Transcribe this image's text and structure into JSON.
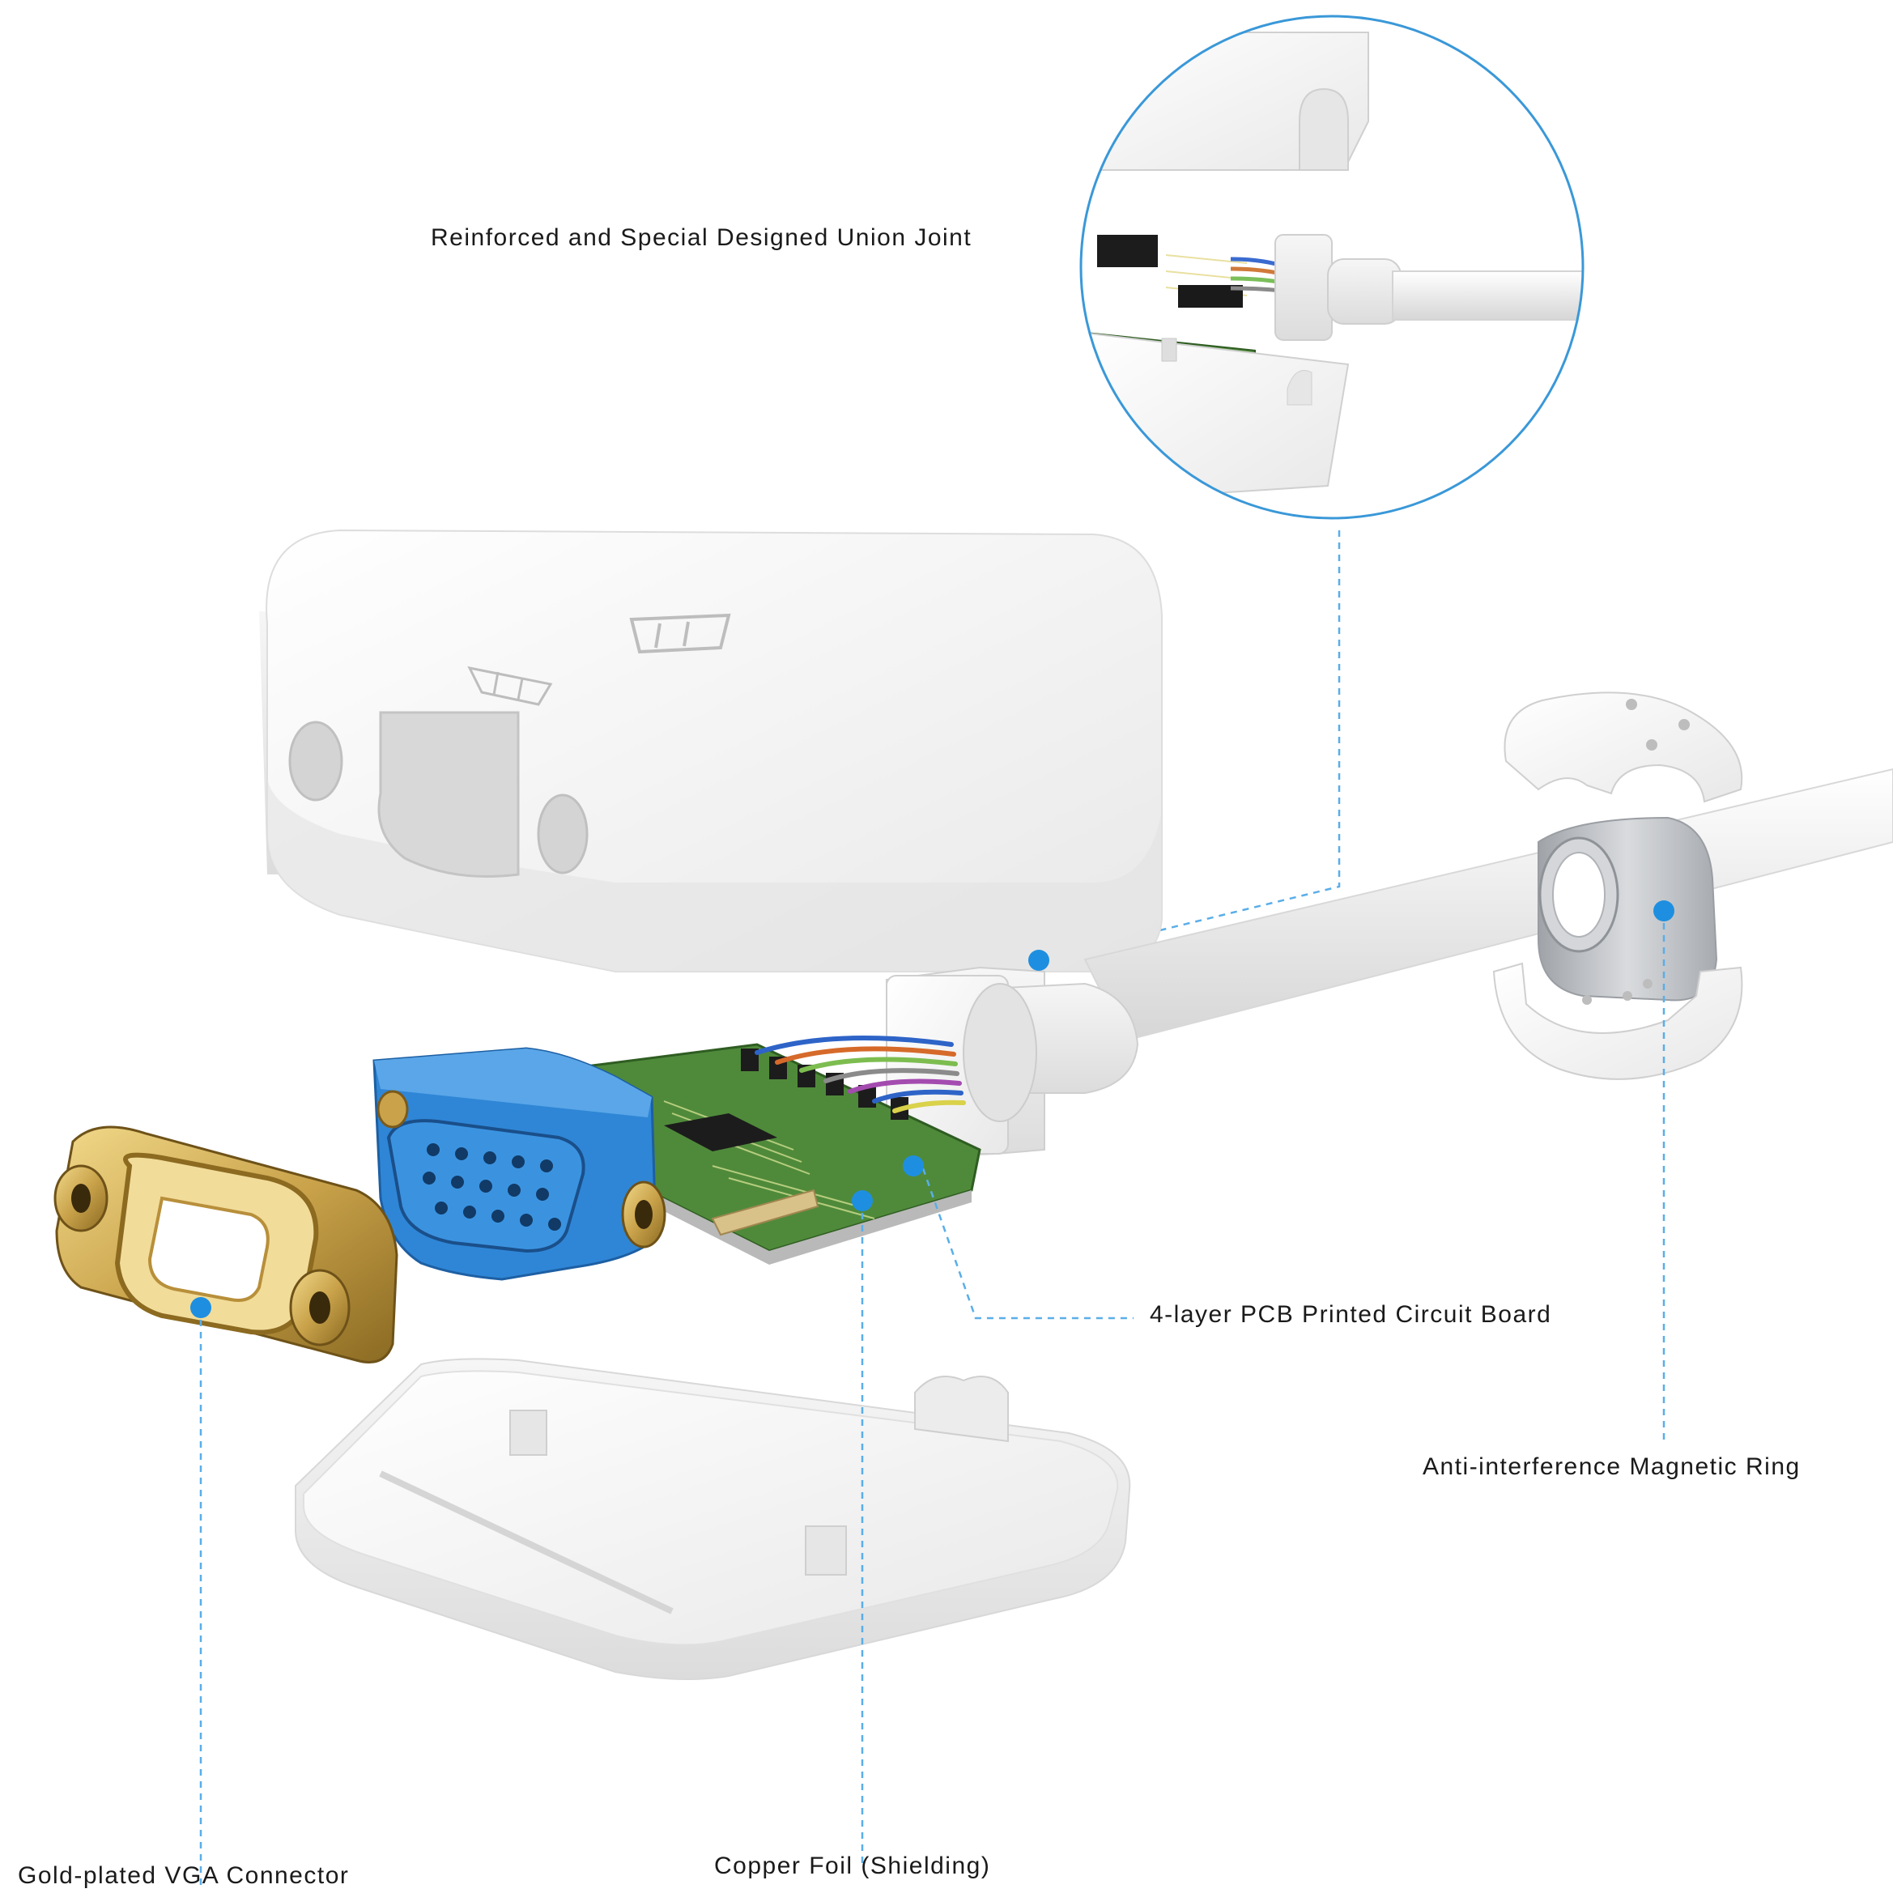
{
  "callouts": {
    "union_joint": "Reinforced and Special Designed Union Joint",
    "pcb": "4-layer PCB Printed Circuit Board",
    "magnetic_ring": "Anti-interference Magnetic Ring",
    "vga_connector": "Gold-plated VGA Connector",
    "copper_foil": "Copper Foil (Shielding)"
  },
  "colors": {
    "accent_dot": "#1e8fe0",
    "leader_line": "#5aaee8",
    "shell": "#f2f2f2",
    "pcb_green": "#4f8a3a",
    "connector_blue": "#2f86d6",
    "gold": "#c9a24a",
    "ring_gray": "#b9bcc0"
  }
}
